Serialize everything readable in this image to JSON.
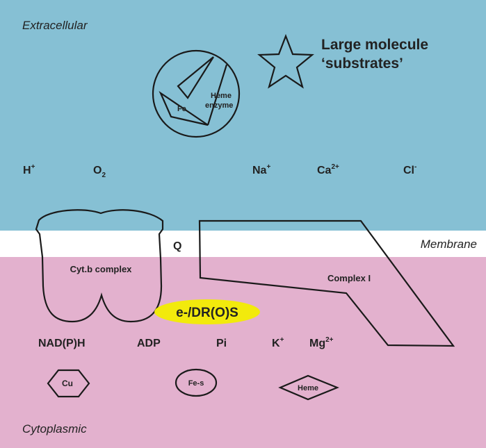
{
  "regions": {
    "extracellular": "Extracellular",
    "membrane": "Membrane",
    "cytoplasmic": "Cytoplasmic"
  },
  "colors": {
    "extracellular": "#86c0d4",
    "membrane": "#ffffff",
    "cytoplasmic": "#e3b1ce",
    "highlight": "#f2ea0c"
  },
  "heme_enzyme": {
    "label_line1": "Heme",
    "label_line2": "enzyme",
    "metal": "Fe"
  },
  "substrates": {
    "line1": "Large molecule",
    "line2": "‘substrates’"
  },
  "extracellular_ions": [
    {
      "base": "H",
      "sup": "+"
    },
    {
      "base": "O",
      "sub": "2"
    },
    {
      "base": "Na",
      "sup": "+"
    },
    {
      "base": "Ca",
      "sup": "2+"
    },
    {
      "base": "Cl",
      "sup": "-"
    }
  ],
  "membrane_items": {
    "quinone": "Q",
    "cyt_b_complex": "Cyt.b complex",
    "complex_i": "Complex I"
  },
  "highlight_label": "e-/DR(O)S",
  "cytoplasmic_molecules": [
    {
      "base": "NAD(P)H"
    },
    {
      "base": "ADP"
    },
    {
      "base": "Pi"
    },
    {
      "base": "K",
      "sup": "+"
    },
    {
      "base": "Mg",
      "sup": "2+"
    }
  ],
  "cofactors": {
    "cu": "Cu",
    "fes": "Fe-s",
    "heme": "Heme"
  }
}
